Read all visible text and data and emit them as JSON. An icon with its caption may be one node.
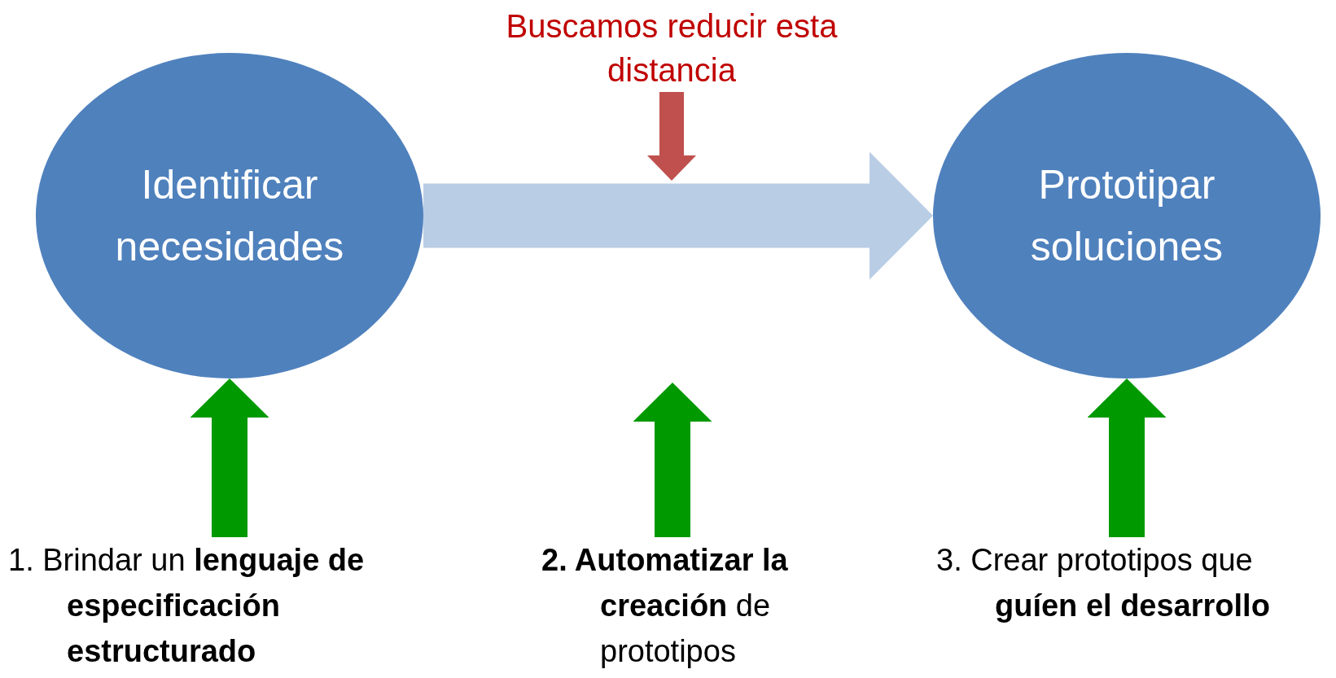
{
  "diagram": {
    "nodes": [
      {
        "text": [
          "Buscamos reducir esta distancia"
        ]
      },
      {
        "text": [
          "Identificar necesidades"
        ]
      },
      {
        "text": [
          "Prototipar soluciones"
        ]
      },
      {
        "text": [
          "1. Brindar un **lenguaje de especificación estructurado**"
        ]
      },
      {
        "text": [
          "**2. Automatizar la creación** de prototipos"
        ]
      },
      {
        "text": [
          "3. Crear prototipos que **guíen el desarrollo**"
        ]
      }
    ],
    "edges": [
      {
        "from": 1,
        "to": 2,
        "arrow": "to",
        "color": "#b9cde5"
      },
      {
        "from": 0,
        "to": null,
        "arrow": "to",
        "color": "#c0504d"
      },
      {
        "from": 3,
        "to": 1,
        "arrow": "to"
      },
      {
        "from": 4,
        "to": null,
        "arrow": "to"
      },
      {
        "from": 5,
        "to": 2,
        "arrow": "to"
      }
    ]
  }
}
